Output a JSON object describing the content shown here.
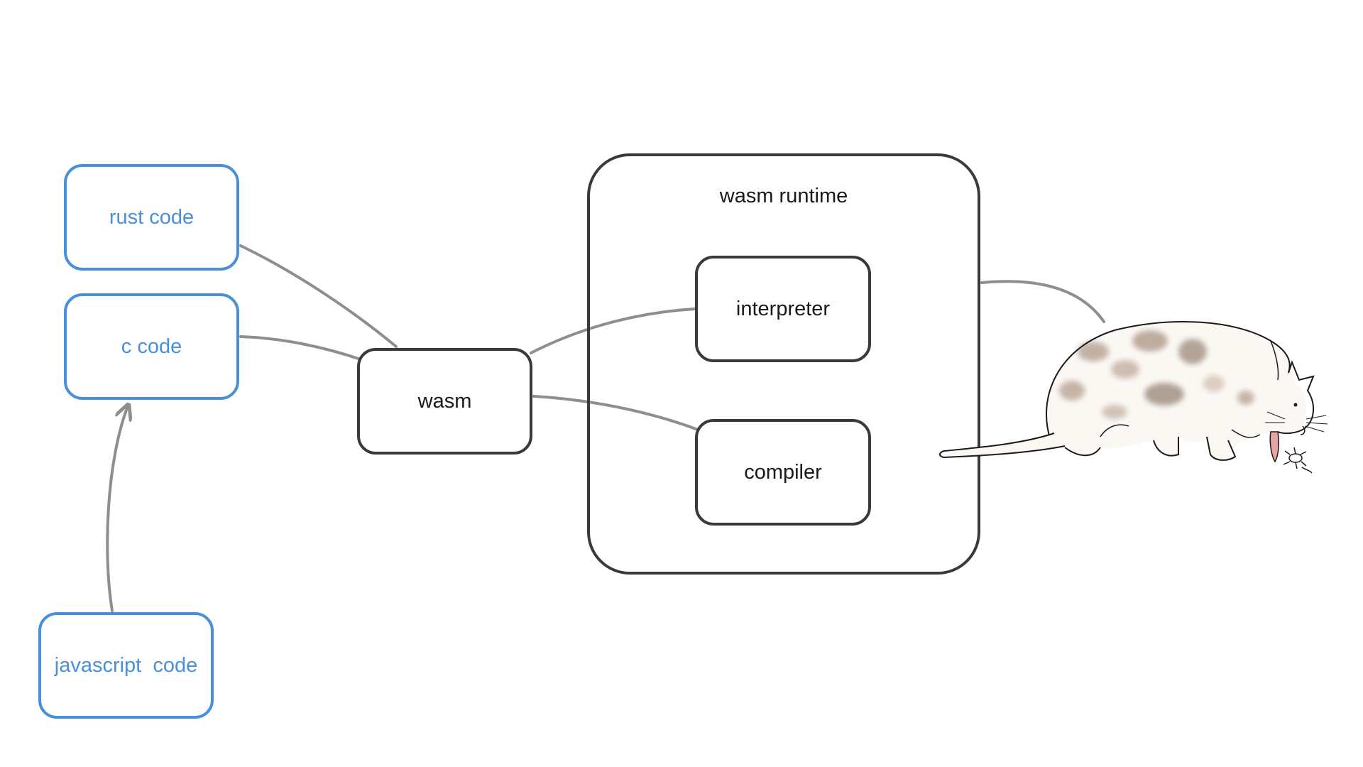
{
  "sources": {
    "rust": "rust code",
    "c": "c code",
    "javascript": "javascript  code"
  },
  "wasm": "wasm",
  "runtime": {
    "title": "wasm runtime",
    "interpreter": "interpreter",
    "compiler": "compiler"
  },
  "colors": {
    "source_stroke": "#4a90d9",
    "box_stroke": "#3a3a3a",
    "edge": "#8e8e8e"
  }
}
